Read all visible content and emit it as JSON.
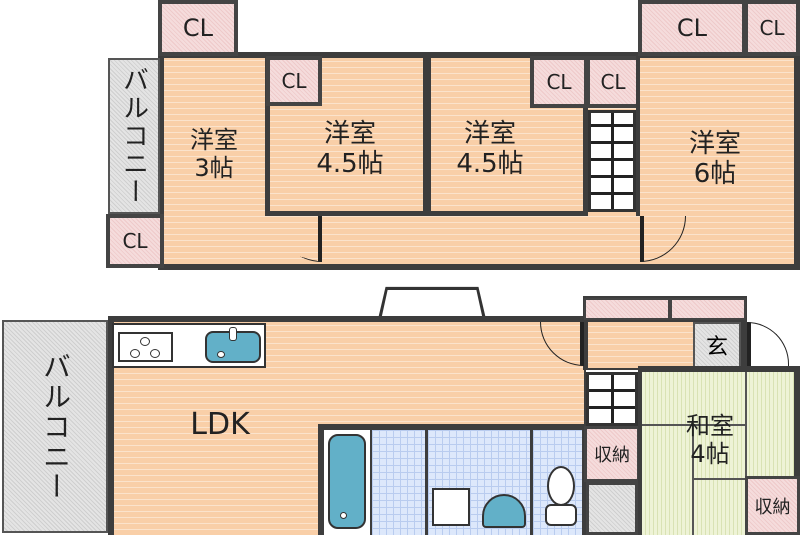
{
  "floor_plan": {
    "upper_floor": {
      "rooms": [
        {
          "id": "western-3",
          "name": "洋室",
          "size": "3帖"
        },
        {
          "id": "western-4-5-a",
          "name": "洋室",
          "size": "4.5帖"
        },
        {
          "id": "western-4-5-b",
          "name": "洋室",
          "size": "4.5帖"
        },
        {
          "id": "western-6",
          "name": "洋室",
          "size": "6帖"
        }
      ],
      "balcony": "バルコニー",
      "closet": "CL"
    },
    "lower_floor": {
      "ldk": "LDK",
      "balcony": "バルコニー",
      "japanese_room": {
        "name": "和室",
        "size": "4帖"
      },
      "storage": "収納",
      "entrance": "玄",
      "closet": "CL"
    },
    "colors": {
      "flooring": "#f9cfa8",
      "closet": "#f3d6d6",
      "balcony": "#d9d9d9",
      "tatami": "#eef3d6",
      "tile": "#dde8fb",
      "fixture_blue": "#62b0c8",
      "wall": "#3d3d3d"
    }
  }
}
